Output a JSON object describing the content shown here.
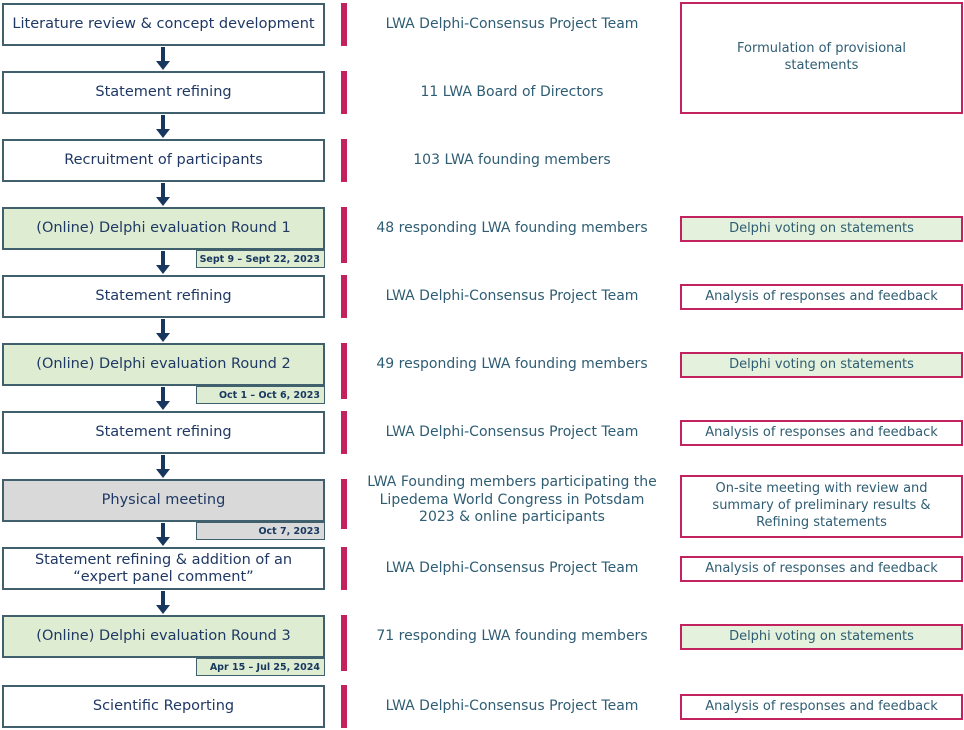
{
  "palette": {
    "pink_accent": "#c2235f",
    "green_fill": "#deecd2",
    "gray_fill": "#d9d9d9",
    "step_border": "#41606e",
    "step_text": "#1f3864",
    "body_text": "#2f5d73",
    "arrow": "#17375e"
  },
  "flow": {
    "steps": [
      {
        "label": "Literature review & concept development",
        "variant": "white"
      },
      {
        "label": "Statement refining",
        "variant": "white"
      },
      {
        "label": "Recruitment of participants",
        "variant": "white"
      },
      {
        "label": "(Online) Delphi evaluation Round 1",
        "variant": "green",
        "date": "Sept 9 – Sept 22, 2023"
      },
      {
        "label": "Statement refining",
        "variant": "white"
      },
      {
        "label": "(Online) Delphi evaluation Round 2",
        "variant": "green",
        "date": "Oct 1 – Oct 6, 2023"
      },
      {
        "label": "Statement refining",
        "variant": "white"
      },
      {
        "label": "Physical meeting",
        "variant": "gray",
        "date": "Oct 7, 2023"
      },
      {
        "label": "Statement refining & addition of an “expert panel comment”",
        "variant": "white"
      },
      {
        "label": "(Online) Delphi evaluation Round 3",
        "variant": "green",
        "date": "Apr 15 – Jul 25, 2024"
      },
      {
        "label": "Scientific Reporting",
        "variant": "white"
      }
    ],
    "participants": [
      "LWA Delphi-Consensus Project Team",
      "11 LWA Board of Directors",
      "103 LWA founding members",
      "48 responding LWA founding members",
      "LWA Delphi-Consensus Project Team",
      "49 responding LWA founding members",
      "LWA Delphi-Consensus Project Team",
      "LWA Founding members participating the Lipedema World Congress in Potsdam 2023 & online participants",
      "LWA Delphi-Consensus Project Team",
      "71 responding LWA founding members",
      "LWA Delphi-Consensus Project Team"
    ],
    "activities": [
      {
        "label": "Formulation of provisional statements",
        "variant": "white"
      },
      {
        "label": "Delphi voting on statements",
        "variant": "green"
      },
      {
        "label": "Analysis of responses and feedback",
        "variant": "white"
      },
      {
        "label": "Delphi voting on statements",
        "variant": "green"
      },
      {
        "label": "Analysis of responses and feedback",
        "variant": "white"
      },
      {
        "label": "On-site meeting with review and summary of preliminary results & Refining statements",
        "variant": "white"
      },
      {
        "label": "Analysis of responses and feedback",
        "variant": "white"
      },
      {
        "label": "Delphi voting on statements",
        "variant": "green"
      },
      {
        "label": "Analysis of responses and feedback",
        "variant": "white"
      }
    ]
  }
}
